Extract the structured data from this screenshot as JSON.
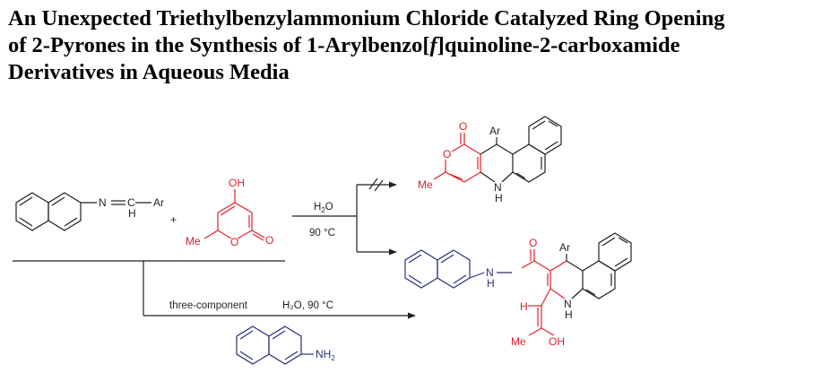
{
  "title": {
    "line1": "An Unexpected Triethylbenzylammonium Chloride Catalyzed Ring Opening",
    "line2_before": "of 2-Pyrones in the Synthesis of 1-Arylbenzo[",
    "line2_italic": "f",
    "line2_after": "]quinoline-2-carboxamide",
    "line3": "Derivatives in Aqueous Media"
  },
  "scheme": {
    "imine": {
      "n": "N",
      "c": "C",
      "h": "H",
      "ar": "Ar"
    },
    "plus": "+",
    "pyrone": {
      "oh": "OH",
      "me": "Me",
      "o_ring": "O",
      "o_carbonyl": "O"
    },
    "conditions": {
      "solvent": "H",
      "solvent_sub": "2",
      "solvent_end": "O",
      "temperature": "90 °C"
    },
    "three_component": {
      "label": "three-component",
      "conditions": "H₂O, 90 °C"
    },
    "naphthylamine": {
      "nh": "NH",
      "nh_sub": "2"
    },
    "product_not_formed": {
      "o_carbonyl": "O",
      "o_ring": "O",
      "ar": "Ar",
      "me": "Me",
      "n": "N",
      "h": "H"
    },
    "product_formed": {
      "o": "O",
      "ar": "Ar",
      "amide_n": "N",
      "amide_h": "H",
      "ring_n": "N",
      "ring_h": "H",
      "vinyl_h": "H",
      "me": "Me",
      "oh": "OH"
    },
    "colors": {
      "black": "#231f20",
      "red": "#e0202a",
      "blue": "#2b2f7c"
    }
  }
}
